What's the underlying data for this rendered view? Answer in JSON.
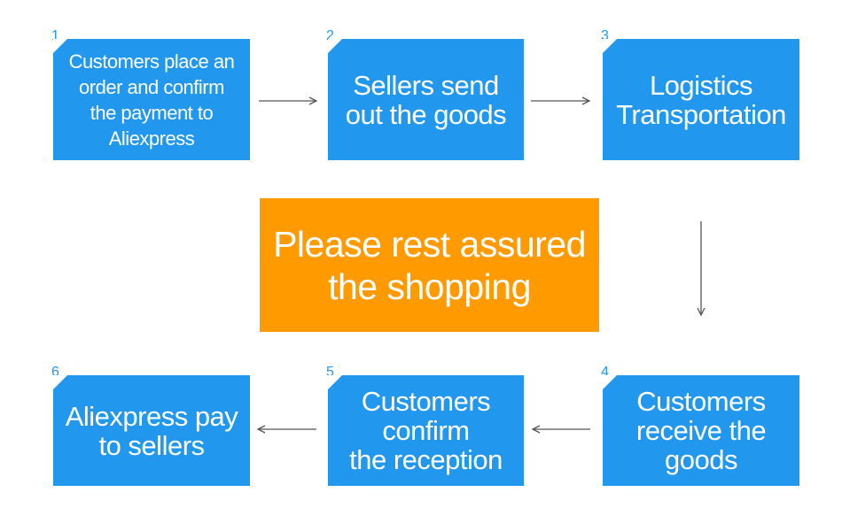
{
  "banner": {
    "text": "Please rest assured\nthe shopping"
  },
  "steps": [
    {
      "number": "1",
      "text": "Customers place an\norder and confirm\nthe payment to\nAliexpress"
    },
    {
      "number": "2",
      "text": "Sellers send\nout the goods"
    },
    {
      "number": "3",
      "text": "Logistics\nTransportation"
    },
    {
      "number": "4",
      "text": "Customers\nreceive the\ngoods"
    },
    {
      "number": "5",
      "text": "Customers\nconfirm\nthe reception"
    },
    {
      "number": "6",
      "text": "Aliexpress pay\nto sellers"
    }
  ],
  "colors": {
    "step_box": "#2197ee",
    "banner": "#ff9a00",
    "arrow": "#555555"
  }
}
